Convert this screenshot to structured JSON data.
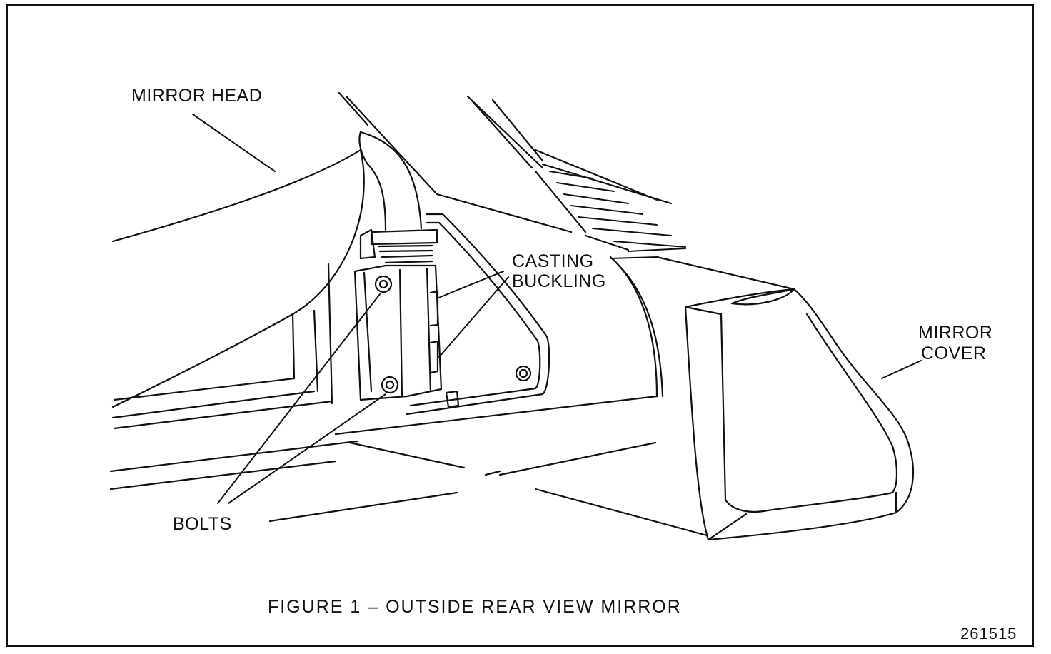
{
  "labels": {
    "mirror_head": "MIRROR HEAD",
    "casting_buckling_line1": "CASTING",
    "casting_buckling_line2": "BUCKLING",
    "mirror_cover_line1": "MIRROR",
    "mirror_cover_line2": "COVER",
    "bolts": "BOLTS"
  },
  "caption": "FIGURE 1  –  OUTSIDE REAR VIEW MIRROR",
  "figure_number": "261515"
}
